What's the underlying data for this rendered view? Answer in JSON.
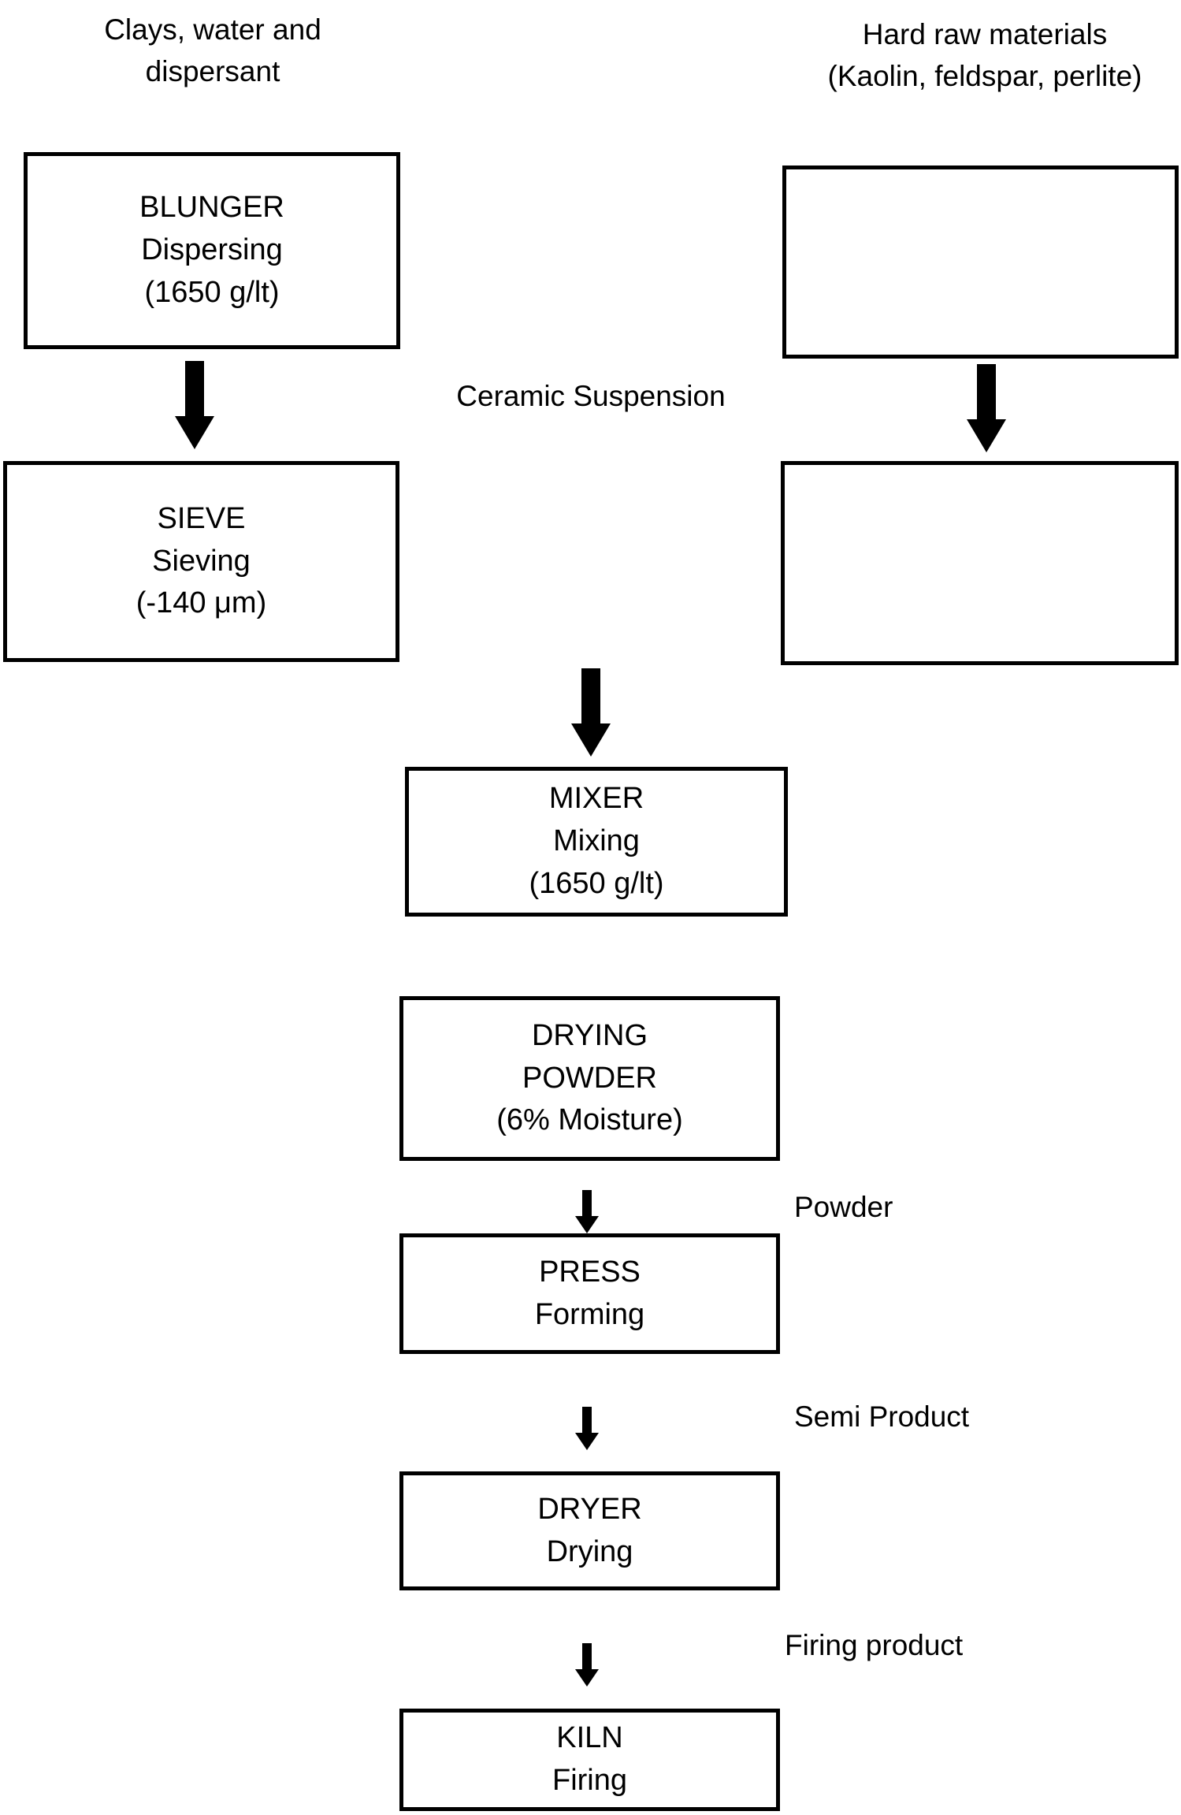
{
  "labels": {
    "top_left": [
      "Clays, water and",
      "dispersant"
    ],
    "top_right": [
      "Hard raw materials",
      "(Kaolin, feldspar, perlite)"
    ],
    "ceramic_suspension": "Ceramic Suspension",
    "powder": "Powder",
    "semi_product": "Semi Product",
    "firing_product": "Firing product"
  },
  "boxes": {
    "blunger": {
      "lines": [
        "BLUNGER",
        "Dispersing",
        "(1650 g/lt)"
      ]
    },
    "hard_raw_materials": {
      "lines": []
    },
    "sieve": {
      "lines": [
        "SIEVE",
        "Sieving",
        "(-140 μm)"
      ]
    },
    "suspension_right": {
      "lines": []
    },
    "mixer": {
      "lines": [
        "MIXER",
        "Mixing",
        "(1650 g/lt)"
      ]
    },
    "drying": {
      "lines": [
        "DRYING",
        "POWDER",
        "(6% Moisture)"
      ]
    },
    "press": {
      "lines": [
        "PRESS",
        "Forming"
      ]
    },
    "dryer": {
      "lines": [
        "DRYER",
        "Drying"
      ]
    },
    "kiln": {
      "lines": [
        "KILN",
        "Firing"
      ]
    }
  },
  "colors": {
    "ink": "#000000",
    "background": "#ffffff"
  }
}
